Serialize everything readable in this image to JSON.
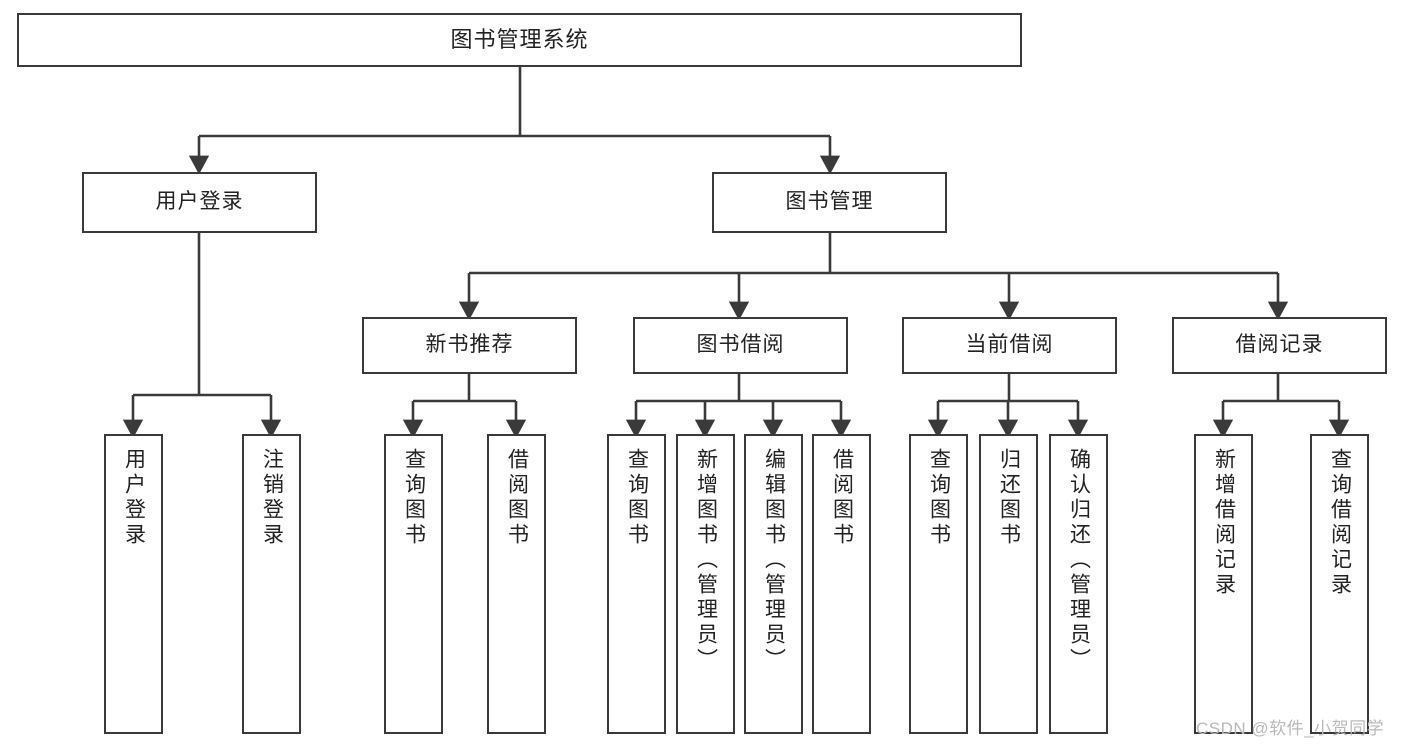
{
  "diagram": {
    "type": "tree-hierarchy",
    "title": "图书管理系统",
    "orientation": "top-down",
    "colors": {
      "box_border": "#3a3a3a",
      "box_fill": "#ffffff",
      "connector": "#3a3a3a",
      "text": "#222222",
      "watermark": "#b9b9b9",
      "background": "#ffffff"
    },
    "levels": {
      "level1": [
        "图书管理系统"
      ],
      "level2": [
        "用户登录",
        "图书管理"
      ],
      "level3": [
        "新书推荐",
        "图书借阅",
        "当前借阅",
        "借阅记录"
      ],
      "level4": [
        "用户登录",
        "注销登录",
        "查询图书",
        "借阅图书",
        "查询图书",
        "新增图书（管理员）",
        "编辑图书（管理员）",
        "借阅图书",
        "查询图书",
        "归还图书",
        "确认归还（管理员）",
        "新增借阅记录",
        "查询借阅记录"
      ]
    }
  },
  "nodes": {
    "root": {
      "label": "图书管理系统"
    },
    "user_login": {
      "label": "用户登录"
    },
    "book_manage": {
      "label": "图书管理"
    },
    "new_book_rec": {
      "label": "新书推荐"
    },
    "book_borrow": {
      "label": "图书借阅"
    },
    "current_borrow": {
      "label": "当前借阅"
    },
    "borrow_record": {
      "label": "借阅记录"
    },
    "leaf_user_login": {
      "label": "用户登录"
    },
    "leaf_logout": {
      "label": "注销登录"
    },
    "leaf_query_book_1": {
      "label": "查询图书"
    },
    "leaf_borrow_book_1": {
      "label": "借阅图书"
    },
    "leaf_query_book_2": {
      "label": "查询图书"
    },
    "leaf_add_book": {
      "label": "新增图书（管理员）"
    },
    "leaf_edit_book": {
      "label": "编辑图书（管理员）"
    },
    "leaf_borrow_book_2": {
      "label": "借阅图书"
    },
    "leaf_query_book_3": {
      "label": "查询图书"
    },
    "leaf_return_book": {
      "label": "归还图书"
    },
    "leaf_confirm_return": {
      "label": "确认归还（管理员）"
    },
    "leaf_add_record": {
      "label": "新增借阅记录"
    },
    "leaf_query_record": {
      "label": "查询借阅记录"
    }
  },
  "watermark": {
    "text": "CSDN @软件_小贺同学"
  }
}
